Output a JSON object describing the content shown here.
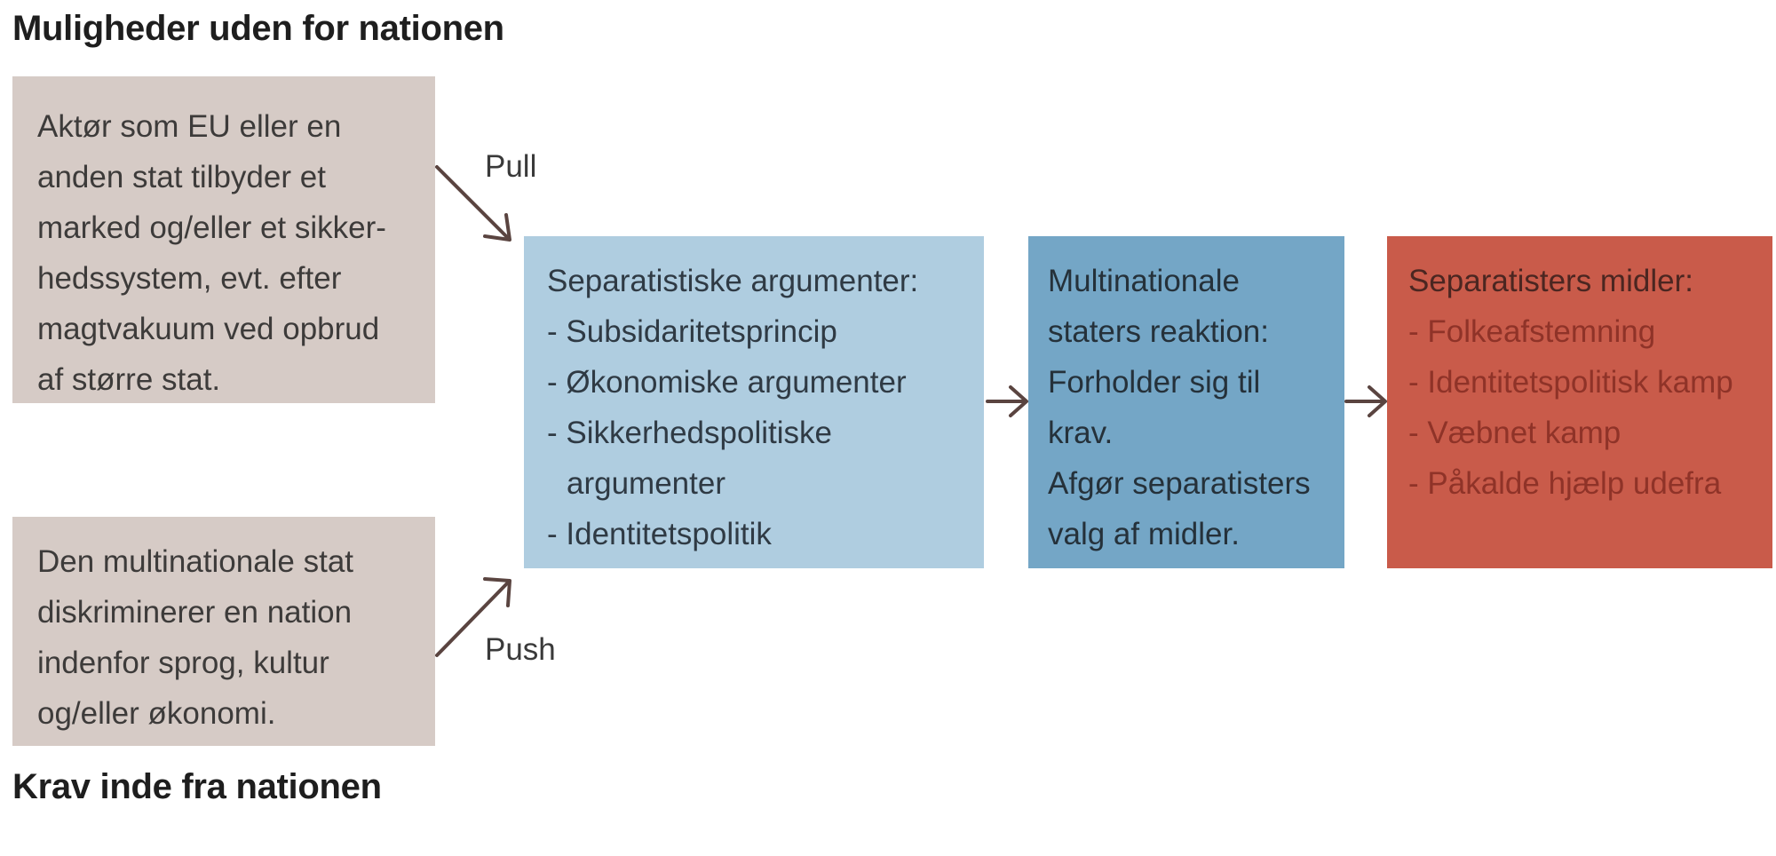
{
  "headings": {
    "top": "Muligheder uden for nationen",
    "bottom": "Krav inde fra nationen"
  },
  "pull_box": {
    "lines": [
      "Aktør som EU eller en",
      "anden stat tilbyder et",
      "marked og/eller et sikker-",
      "hedssystem, evt. efter",
      "magtvakuum ved opbrud",
      "af større stat."
    ]
  },
  "push_box": {
    "lines": [
      "Den multinationale stat",
      "diskriminerer en nation",
      "indenfor sprog, kultur",
      "og/eller økonomi."
    ]
  },
  "labels": {
    "pull": "Pull",
    "push": "Push"
  },
  "arguments_box": {
    "title": "Separatistiske argumenter:",
    "items": [
      "- Subsidaritetsprincip",
      "- Økonomiske argumenter",
      "- Sikkerhedspolitiske argumenter",
      "- Identitetspolitik"
    ]
  },
  "reaction_box": {
    "title_lines": [
      "Multinationale",
      "staters reaktion:"
    ],
    "body_lines": [
      "Forholder sig til",
      "krav.",
      "Afgør separatisters",
      "valg af midler."
    ]
  },
  "means_box": {
    "title": "Separatisters midler:",
    "items": [
      "- Folkeafstemning",
      "- Identitetspolitisk kamp",
      "- Væbnet kamp",
      "- Påkalde hjælp udefra"
    ]
  },
  "colors": {
    "gray_box": "#d6cbc6",
    "light_blue_box": "#afcde0",
    "dark_blue_box": "#74a6c6",
    "red_box": "#c95b4a",
    "arrow": "#5a4440"
  }
}
